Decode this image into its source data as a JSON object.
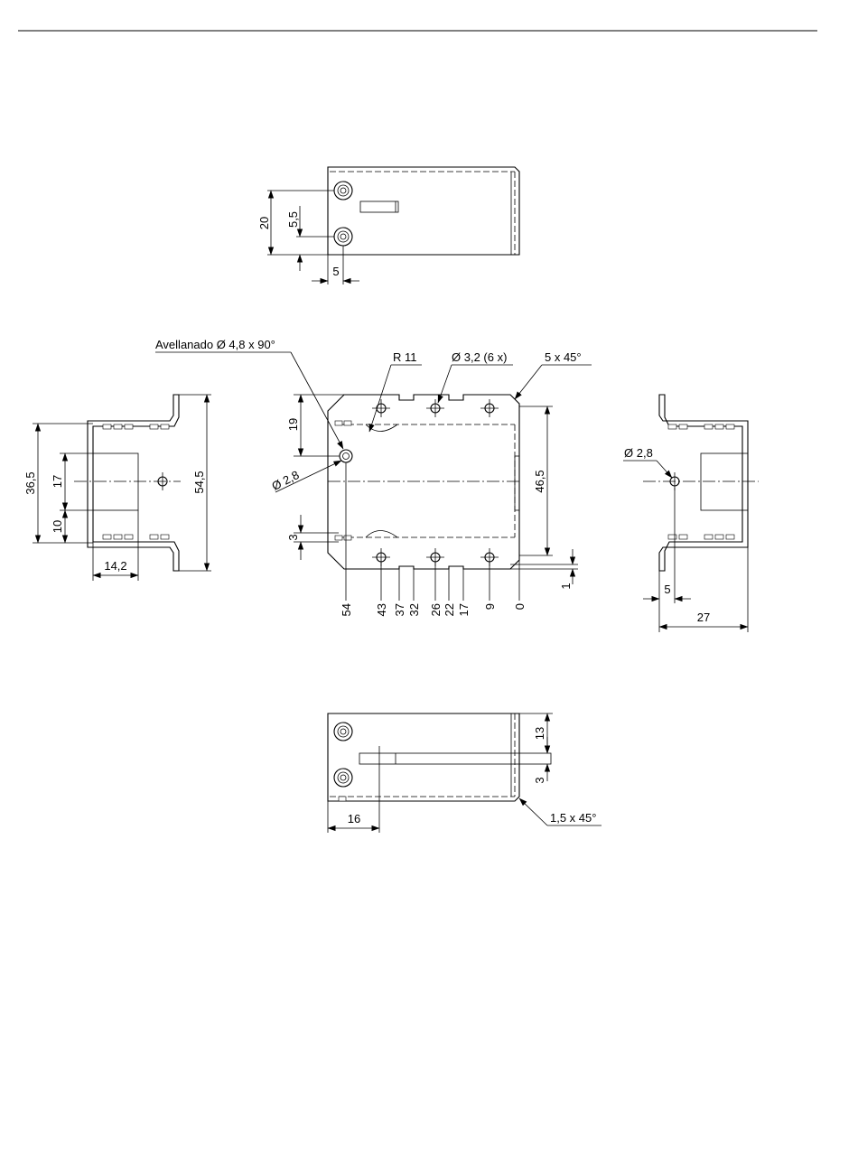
{
  "top_view": {
    "dim_height": "20",
    "dim_hole_offset": "5,5",
    "dim_hole_x": "5"
  },
  "front_view": {
    "callout_countersink": "Avellanado Ø 4,8 x 90°",
    "callout_radius": "R 11",
    "callout_holes": "Ø 3,2 (6 x)",
    "callout_chamfer": "5 x 45°",
    "dim_top_offset": "19",
    "dim_hole_dia": "Ø 2,8",
    "dim_bottom_offset": "3",
    "dim_height": "46,5",
    "dim_step": "1",
    "x_ordinates": [
      "54",
      "43",
      "37",
      "32",
      "26",
      "22",
      "17",
      "9",
      "0"
    ]
  },
  "left_view": {
    "dim_total": "54,5",
    "dim_inner": "36,5",
    "dim_window": "17",
    "dim_window_bottom": "10",
    "dim_depth": "14,2"
  },
  "right_view": {
    "dim_hole_dia": "Ø 2,8",
    "dim_hole_x": "5",
    "dim_width": "27"
  },
  "bottom_view": {
    "dim_slot_offset": "13",
    "dim_slot_width": "3",
    "dim_slot_x": "16",
    "callout_chamfer": "1,5 x 45°"
  }
}
